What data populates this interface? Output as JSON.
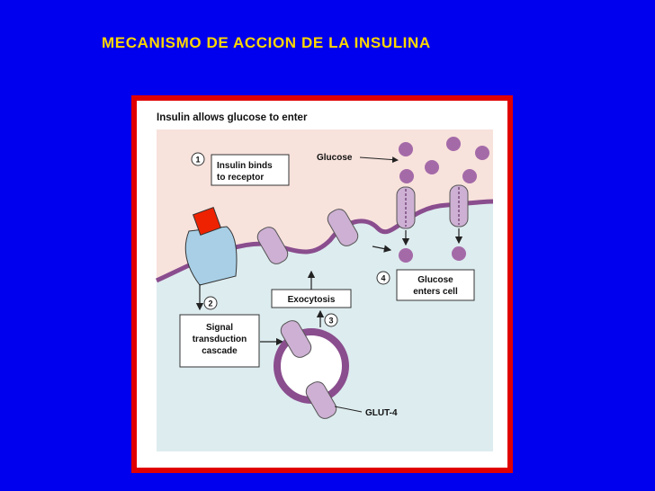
{
  "slide": {
    "title": "MECANISMO DE ACCION DE LA INSULINA"
  },
  "diagram": {
    "heading": "Insulin allows glucose to enter",
    "steps": [
      {
        "number": "1",
        "lines": [
          "Insulin binds",
          "to receptor"
        ]
      },
      {
        "number": "2",
        "lines": [
          "Signal",
          "transduction",
          "cascade"
        ]
      },
      {
        "number": "3",
        "lines": [
          "Exocytosis"
        ]
      },
      {
        "number": "4",
        "lines": [
          "Glucose",
          "enters cell"
        ]
      }
    ],
    "labels": {
      "glucose": "Glucose",
      "glut4": "GLUT-4"
    },
    "colors": {
      "extracellular": "#f8e2dc",
      "cytoplasm": "#ddecef",
      "membrane": "#8a4d8e",
      "glucose": "#a46aa8",
      "transporter": "#cdb0d3",
      "insulin": "#ee2200",
      "receptor": "#a8cfe6",
      "slide_background": "#0000ee",
      "title": "#ffd700",
      "frame": "#e00000"
    }
  }
}
